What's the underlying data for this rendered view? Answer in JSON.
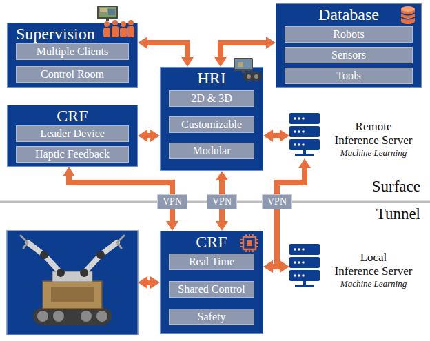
{
  "diagram": {
    "nodes": [
      {
        "text": [
          "Supervision"
        ]
      },
      {
        "text": [
          "Multiple Clients"
        ],
        "in": 0
      },
      {
        "text": [
          "Control Room"
        ],
        "in": 0
      },
      {
        "text": [
          "Database"
        ]
      },
      {
        "text": [
          "Robots"
        ],
        "in": 3
      },
      {
        "text": [
          "Sensors"
        ],
        "in": 3
      },
      {
        "text": [
          "Tools"
        ],
        "in": 3
      },
      {
        "text": [
          "CRF"
        ]
      },
      {
        "text": [
          "Leader Device"
        ],
        "in": 7
      },
      {
        "text": [
          "Haptic Feedback"
        ],
        "in": 7
      },
      {
        "text": [
          "HRI"
        ]
      },
      {
        "text": [
          "2D & 3D"
        ],
        "in": 10
      },
      {
        "text": [
          "Customizable"
        ],
        "in": 10
      },
      {
        "text": [
          "Modular"
        ],
        "in": 10
      },
      {
        "text": [
          "Remote Inference Server",
          "Machine Learning"
        ]
      },
      {
        "text": [
          "CRF"
        ]
      },
      {
        "text": [
          "Real Time"
        ],
        "in": 15
      },
      {
        "text": [
          "Shared Control"
        ],
        "in": 15
      },
      {
        "text": [
          "Safety"
        ],
        "in": 15
      },
      {
        "text": [
          "Local Inference Server",
          "Machine Learning"
        ]
      }
    ],
    "edges": [
      {
        "from": 0,
        "to": 10,
        "arrow": "both"
      },
      {
        "from": 3,
        "to": 10,
        "arrow": "both"
      },
      {
        "from": 7,
        "to": 10,
        "arrow": "both"
      },
      {
        "from": 10,
        "to": 14,
        "arrow": "both"
      },
      {
        "from": 7,
        "to": 15,
        "label": "VPN",
        "arrow": "both"
      },
      {
        "from": 10,
        "to": 15,
        "label": "VPN",
        "arrow": "both"
      },
      {
        "from": 15,
        "to": 14,
        "label": "VPN",
        "arrow": "both"
      },
      {
        "from": 15,
        "to": 19,
        "arrow": "both"
      }
    ],
    "labels": [
      "Surface",
      "Tunnel"
    ]
  }
}
